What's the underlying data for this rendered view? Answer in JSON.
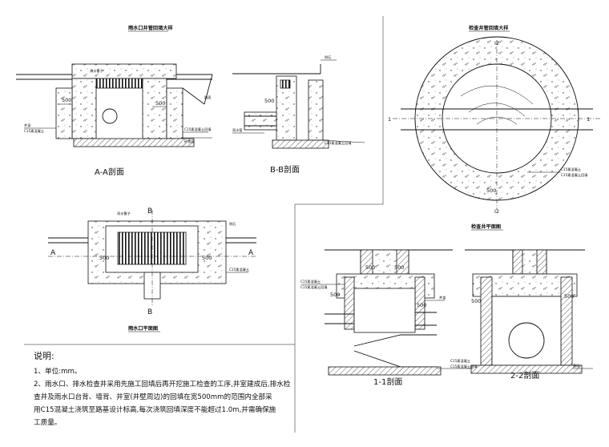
{
  "titles": {
    "inlet_section_title": "雨水口井管回填大样",
    "inspection_section_title": "检查井管回填大样",
    "inspection_plan_title": "检查井平面图",
    "inlet_plan_title": "雨水口平面图"
  },
  "section_labels": {
    "aa": "A-A剖面",
    "bb": "B-B剖面",
    "s11": "1-1剖面",
    "s22": "2-2剖面"
  },
  "markers": {
    "a": "A",
    "b": "B",
    "one": "1",
    "two": "2",
    "i2": "I2"
  },
  "dims": {
    "d500": "500"
  },
  "callouts": {
    "c15": "C15素混凝土",
    "c15_fill": "C15素混凝土回填",
    "grate": "雨水篦子",
    "road": "路面",
    "pipe": "雨水管",
    "sand": "砂垫层",
    "well": "井身",
    "cover": "井盖",
    "base": "基础",
    "curb": "侧石"
  },
  "notes": {
    "heading": "说明:",
    "line1": "1、单位:mm。",
    "line2": "2、雨水口、排水检查井采用先施工回填后再开挖施工检查的工序,井室建成后,排水检",
    "line3": "查井及雨水口台背、墙背、井室(井壁周边)的回填在宽500mm的范围内全部采",
    "line4": "用C15混凝土浇筑至路基设计标高,每次浇筑回填深度不能超过1.0m,并需确保施",
    "line5": "工质量。"
  },
  "colors": {
    "ink": "#111111",
    "paper": "#ffffff"
  }
}
